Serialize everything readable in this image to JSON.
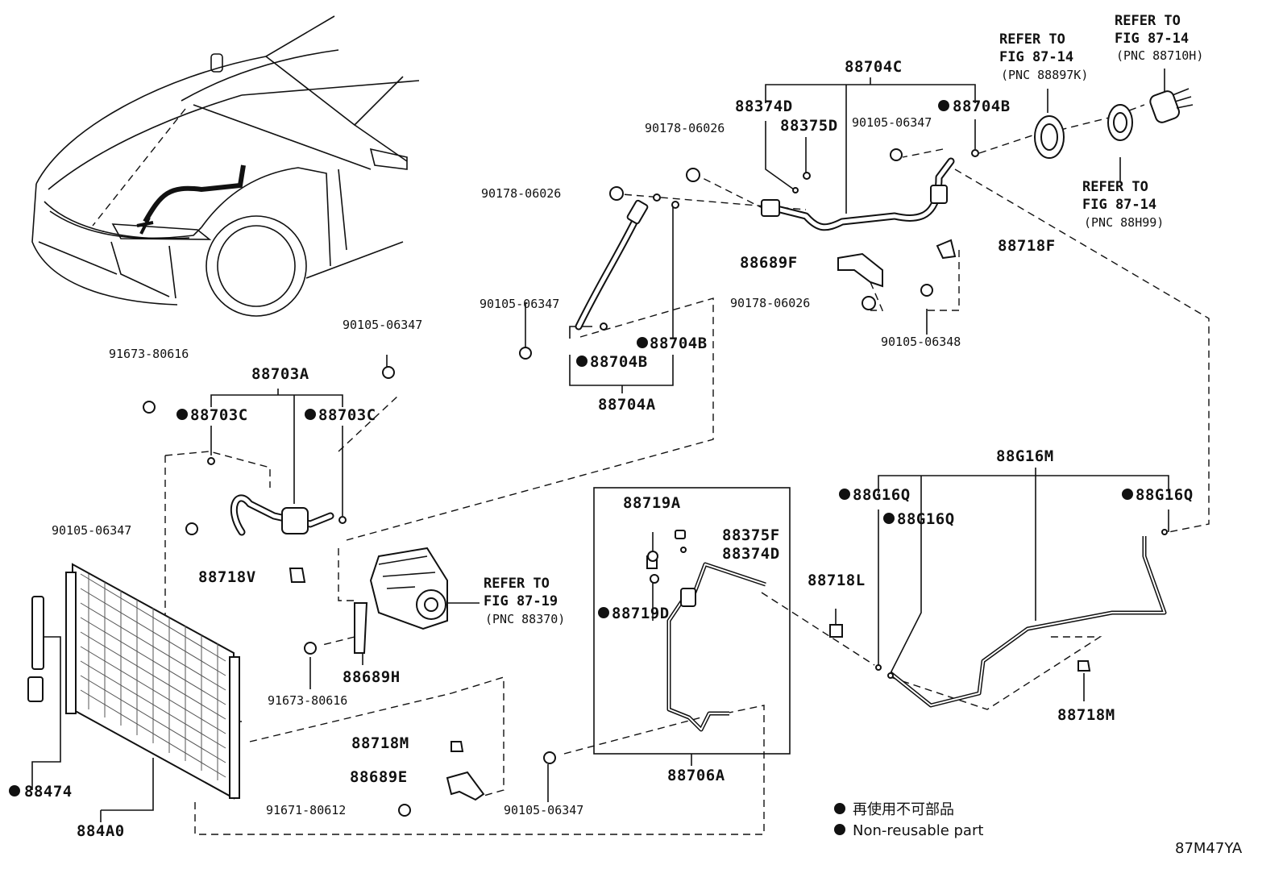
{
  "legend": {
    "line_jp": "再使用不可部品",
    "line_en": "Non-reusable part"
  },
  "figure_code": "87M47YA",
  "refs": {
    "r1": {
      "a": "REFER TO",
      "b": "FIG 87-14",
      "c": "(PNC 88897K)"
    },
    "r2": {
      "a": "REFER TO",
      "b": "FIG 87-14",
      "c": "(PNC 88710H)"
    },
    "r3": {
      "a": "REFER TO",
      "b": "FIG 87-14",
      "c": "(PNC 88H99)"
    },
    "r4": {
      "a": "REFER TO",
      "b": "FIG 87-19",
      "c": "(PNC 88370)"
    }
  },
  "labels": {
    "p88704C": "88704C",
    "p88374D_top": "88374D",
    "p88375D": "88375D",
    "p90178_a": "90178-06026",
    "p90178_b": "90178-06026",
    "p90178_c": "90178-06026",
    "p90105_top": "90105-06347",
    "p88704B_top": "88704B",
    "p88718F": "88718F",
    "p88689F": "88689F",
    "p90105_06348": "90105-06348",
    "p90105_left": "90105-06347",
    "p88704B_mid": "88704B",
    "p88704B_low": "88704B",
    "p88704A": "88704A",
    "p90105_comp": "90105-06347",
    "p91673_top": "91673-80616",
    "p88703A": "88703A",
    "p88703C_l": "88703C",
    "p88703C_r": "88703C",
    "p90105_hose": "90105-06347",
    "p88718V": "88718V",
    "p91673_bot": "91673-80616",
    "p88689H": "88689H",
    "p88719A": "88719A",
    "p88375F": "88375F",
    "p88374D_mid": "88374D",
    "p88719D": "88719D",
    "p88706A": "88706A",
    "p88718L": "88718L",
    "p88G16M": "88G16M",
    "p88G16Q_l": "88G16Q",
    "p88G16Q_m": "88G16Q",
    "p88G16Q_r": "88G16Q",
    "p88718M_r": "88718M",
    "p88718M_b": "88718M",
    "p88689E": "88689E",
    "p91671": "91671-80612",
    "p90105_bot": "90105-06347",
    "p88474": "88474",
    "p884A0": "884A0"
  }
}
